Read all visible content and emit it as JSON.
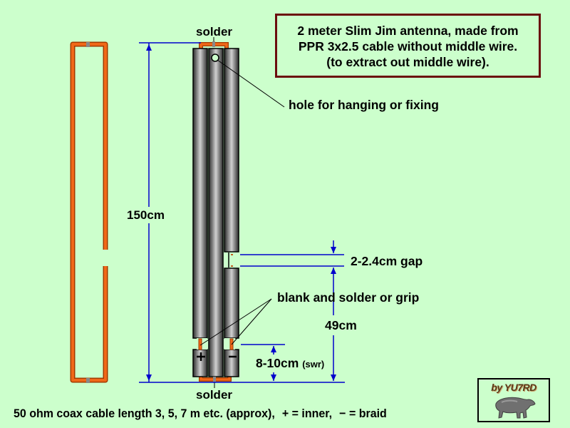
{
  "title_box": {
    "line1": "2 meter Slim Jim antenna, made from",
    "line2": "PPR 3x2.5 cable without middle wire.",
    "line3": "(to extract out middle wire)."
  },
  "labels": {
    "solder_top": "solder",
    "solder_bottom": "solder",
    "hole": "hole for hanging or fixing",
    "total_length": "150cm",
    "gap": "2-2.4cm gap",
    "blank": "blank and solder or grip",
    "upper_section": "49cm",
    "feed_point": "8-10cm",
    "feed_point_note": "(swr)",
    "plus_sign": "+",
    "minus_sign": "−"
  },
  "footer": {
    "text": "50 ohm coax cable length 3, 5, 7 m etc. (approx),",
    "plus": "+",
    "plus_desc": "= inner,",
    "minus": "−",
    "minus_desc": "= braid"
  },
  "badge": {
    "text": "by YU7RD",
    "icon": "polar-bear-icon"
  },
  "colors": {
    "background": "#ccffcc",
    "conductor": "#e06010",
    "dimension_line": "#0000cc",
    "title_border": "#6b0d0d",
    "cable_dark": "#3a3a3a",
    "cable_light": "#c8c8c8"
  }
}
